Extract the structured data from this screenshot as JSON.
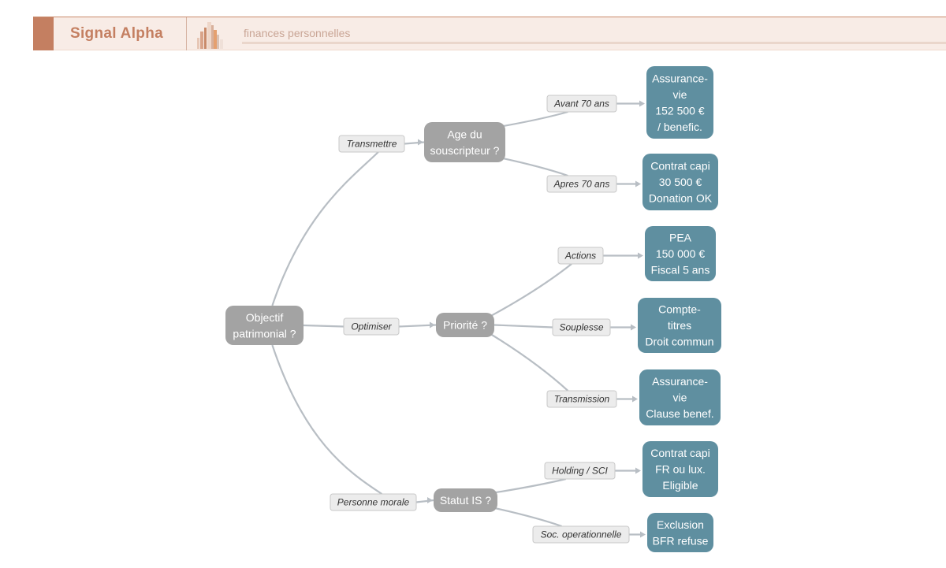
{
  "header": {
    "brand": "Signal Alpha",
    "subtitle": "finances personnelles",
    "logo_icon": "bar-chart-logo-icon",
    "accent_color": "#c47f61"
  },
  "diagram": {
    "nodes": [
      {
        "id": "root",
        "kind": "question",
        "lines": [
          "Objectif",
          "patrimonial ?"
        ]
      },
      {
        "id": "age",
        "kind": "question",
        "lines": [
          "Age du",
          "souscripteur ?"
        ]
      },
      {
        "id": "priorite",
        "kind": "question",
        "lines": [
          "Priorité ?"
        ]
      },
      {
        "id": "statut",
        "kind": "question",
        "lines": [
          "Statut IS ?"
        ]
      },
      {
        "id": "av70",
        "kind": "result",
        "lines": [
          "Assurance-",
          "vie",
          "152 500 €",
          "/ benefic."
        ]
      },
      {
        "id": "capi70",
        "kind": "result",
        "lines": [
          "Contrat capi",
          "30 500 €",
          "Donation OK"
        ]
      },
      {
        "id": "pea",
        "kind": "result",
        "lines": [
          "PEA",
          "150 000 €",
          "Fiscal 5 ans"
        ]
      },
      {
        "id": "cto",
        "kind": "result",
        "lines": [
          "Compte-",
          "titres",
          "Droit commun"
        ]
      },
      {
        "id": "avtrans",
        "kind": "result",
        "lines": [
          "Assurance-",
          "vie",
          "Clause benef."
        ]
      },
      {
        "id": "capiis",
        "kind": "result",
        "lines": [
          "Contrat capi",
          "FR ou lux.",
          "Eligible"
        ]
      },
      {
        "id": "excl",
        "kind": "result",
        "lines": [
          "Exclusion",
          "BFR refuse"
        ]
      }
    ],
    "edges": [
      {
        "from": "root",
        "to": "age",
        "label": "Transmettre"
      },
      {
        "from": "root",
        "to": "priorite",
        "label": "Optimiser"
      },
      {
        "from": "root",
        "to": "statut",
        "label": "Personne morale"
      },
      {
        "from": "age",
        "to": "av70",
        "label": "Avant 70 ans"
      },
      {
        "from": "age",
        "to": "capi70",
        "label": "Apres 70 ans"
      },
      {
        "from": "priorite",
        "to": "pea",
        "label": "Actions"
      },
      {
        "from": "priorite",
        "to": "cto",
        "label": "Souplesse"
      },
      {
        "from": "priorite",
        "to": "avtrans",
        "label": "Transmission"
      },
      {
        "from": "statut",
        "to": "capiis",
        "label": "Holding / SCI"
      },
      {
        "from": "statut",
        "to": "excl",
        "label": "Soc. operationnelle"
      }
    ]
  }
}
